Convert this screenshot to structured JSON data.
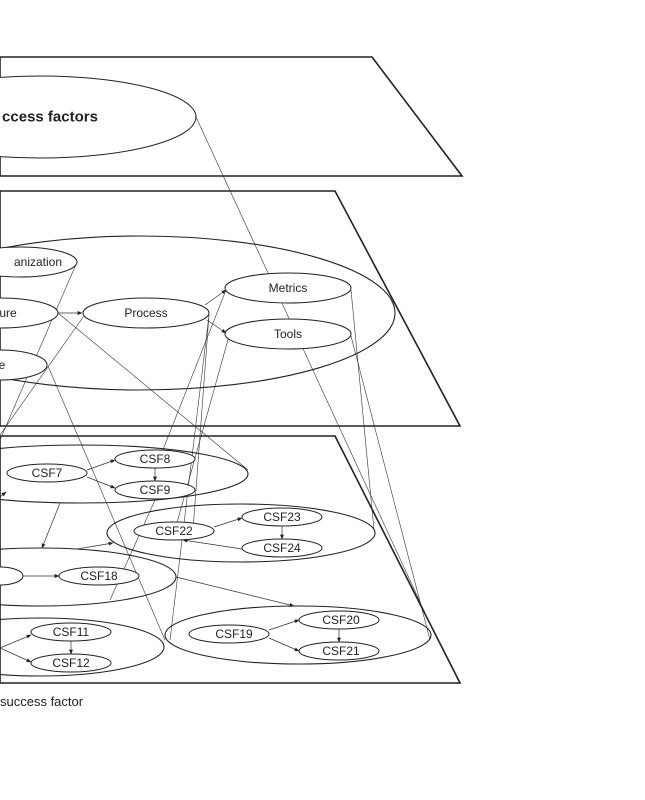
{
  "layers": {
    "top": {
      "title": "ccess factors"
    },
    "middle": {
      "nodes": [
        "anization",
        "ure",
        "Process",
        "Metrics",
        "Tools",
        "e"
      ]
    },
    "bottom": {
      "nodes": [
        "CSF7",
        "CSF8",
        "CSF9",
        "CSF22",
        "CSF23",
        "CSF24",
        "CSF18",
        "CSF11",
        "CSF12",
        "CSF19",
        "CSF20",
        "CSF21"
      ]
    }
  },
  "caption": "success factor",
  "colors": {
    "line": "#222222",
    "background": "#ffffff"
  }
}
